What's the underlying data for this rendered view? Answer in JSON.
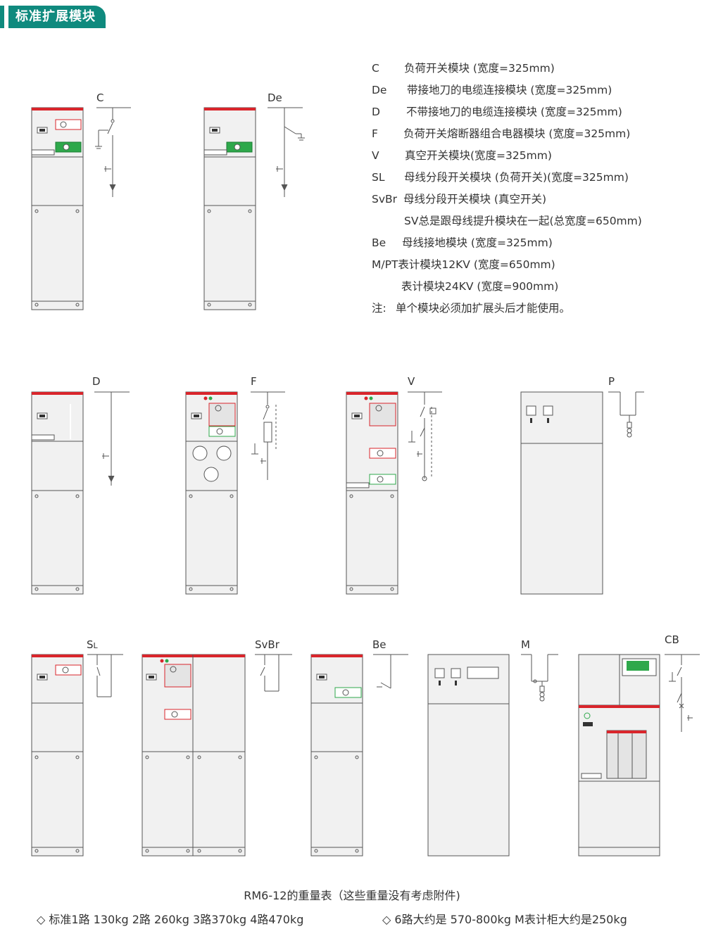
{
  "header": {
    "title": "标准扩展模块"
  },
  "legend": [
    {
      "code": "C",
      "desc": "负荷开关模块 (宽度=325mm)"
    },
    {
      "code": "De",
      "desc": "带接地刀的电缆连接模块 (宽度=325mm)"
    },
    {
      "code": "D",
      "desc": "不带接地刀的电缆连接模块 (宽度=325mm)"
    },
    {
      "code": "F",
      "desc": "负荷开关熔断器组合电器模块 (宽度=325mm)"
    },
    {
      "code": "V",
      "desc": "真空开关模块(宽度=325mm)"
    },
    {
      "code": "SL",
      "desc": "母线分段开关模块 (负荷开关)(宽度=325mm)"
    },
    {
      "code": "SvBr",
      "desc": "母线分段开关模块 (真空开关)"
    },
    {
      "code": "",
      "desc": "SV总是跟母线提升模块在一起(总宽度=650mm)"
    },
    {
      "code": "Be",
      "desc": "母线接地模块 (宽度=325mm)"
    },
    {
      "code": "M/PT",
      "desc": "表计模块12KV (宽度=650mm)"
    },
    {
      "code": "",
      "desc": "表计模块24KV (宽度=900mm)"
    },
    {
      "code": "注:",
      "desc": "单个模块必须加扩展头后才能使用。"
    }
  ],
  "modules": {
    "c": "C",
    "de": "De",
    "d": "D",
    "f": "F",
    "v": "V",
    "p": "P",
    "sl_main": "S",
    "sl_sub": "L",
    "svbr": "SvBr",
    "be": "Be",
    "m": "M",
    "cb": "CB"
  },
  "weights": {
    "title": "RM6-12的重量表（这些重量没有考虑附件)",
    "left": "◇ 标准1路    130kg    2路 260kg   3路370kg   4路470kg",
    "right": "◇ 6路大约是    570-800kg    M表计柜大约是250kg"
  },
  "colors": {
    "accent": "#0f8a7e",
    "panel_red": "#d9252b",
    "panel_fill": "#f1f1f1",
    "line": "#555555"
  }
}
